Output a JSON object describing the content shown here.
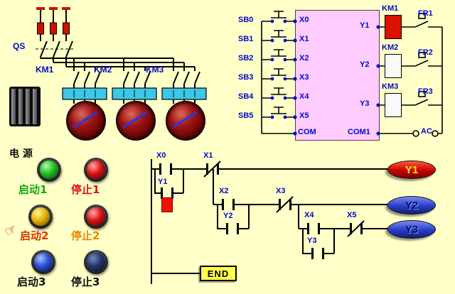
{
  "colors": {
    "background": "#FFFFC8",
    "plc_fill": "#FFCCFF",
    "wire": "#000000",
    "label_blue": "#0008CC",
    "fuse_red": "#CC1100",
    "overload_cyan": "#3CC8E8",
    "motor_dark_red": "#8B0000",
    "km1_energized": "#DD1100",
    "coil_y1": "#C80000",
    "coil_y2_y3": "#2A3CC8",
    "end_yellow": "#FFFF4C"
  },
  "power_circuit": {
    "switch_label": "QS",
    "contactor_labels": [
      "KM1",
      "KM2",
      "KM3"
    ]
  },
  "plc": {
    "button_labels": [
      "SB0",
      "SB1",
      "SB2",
      "SB3",
      "SB4",
      "SB5"
    ],
    "input_labels": [
      "X0",
      "X1",
      "X2",
      "X3",
      "X4",
      "X5"
    ],
    "output_labels": [
      "Y1",
      "Y2",
      "Y3"
    ],
    "com_label": "COM",
    "com1_label": "COM1",
    "coil_labels": [
      "KM1",
      "KM2",
      "KM3"
    ],
    "relay_labels": [
      "FR1",
      "FR2",
      "FR3"
    ],
    "ac_label": "AC"
  },
  "control_panel": {
    "power_label": "电 源",
    "hand_icon": "☞",
    "rows": [
      {
        "start": "启动1",
        "stop": "停止1"
      },
      {
        "start": "启动2",
        "stop": "停止2"
      },
      {
        "start": "启动3",
        "stop": "停止3"
      }
    ]
  },
  "ladder": {
    "rung1": {
      "c1": "X0",
      "c2": "X1",
      "seal": "Y1",
      "coil": "Y1"
    },
    "rung2": {
      "c1": "X2",
      "c2": "X3",
      "seal": "Y2",
      "coil": "Y2"
    },
    "rung3": {
      "c1": "X4",
      "c2": "X5",
      "seal": "Y3",
      "coil": "Y3"
    },
    "end_label": "END"
  }
}
